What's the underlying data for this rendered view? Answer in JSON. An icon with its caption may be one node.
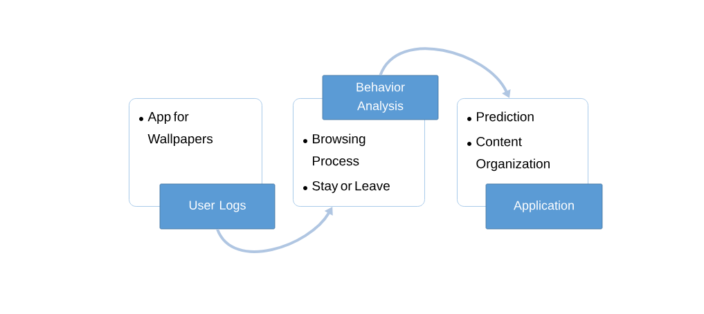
{
  "diagram": {
    "nodes": [
      {
        "text": [
          "App for Wallpapers"
        ]
      },
      {
        "text": [
          "User Logs"
        ]
      },
      {
        "text": [
          "Browsing Process",
          "Stay or Leave"
        ]
      },
      {
        "text": [
          "Behavior Analysis"
        ]
      },
      {
        "text": [
          "Prediction",
          "Content Organization"
        ]
      },
      {
        "text": [
          "Application"
        ]
      }
    ],
    "edges": [
      {
        "from": 1,
        "to": 2,
        "arrow": "to"
      },
      {
        "from": 3,
        "to": 4,
        "arrow": "to"
      }
    ]
  }
}
